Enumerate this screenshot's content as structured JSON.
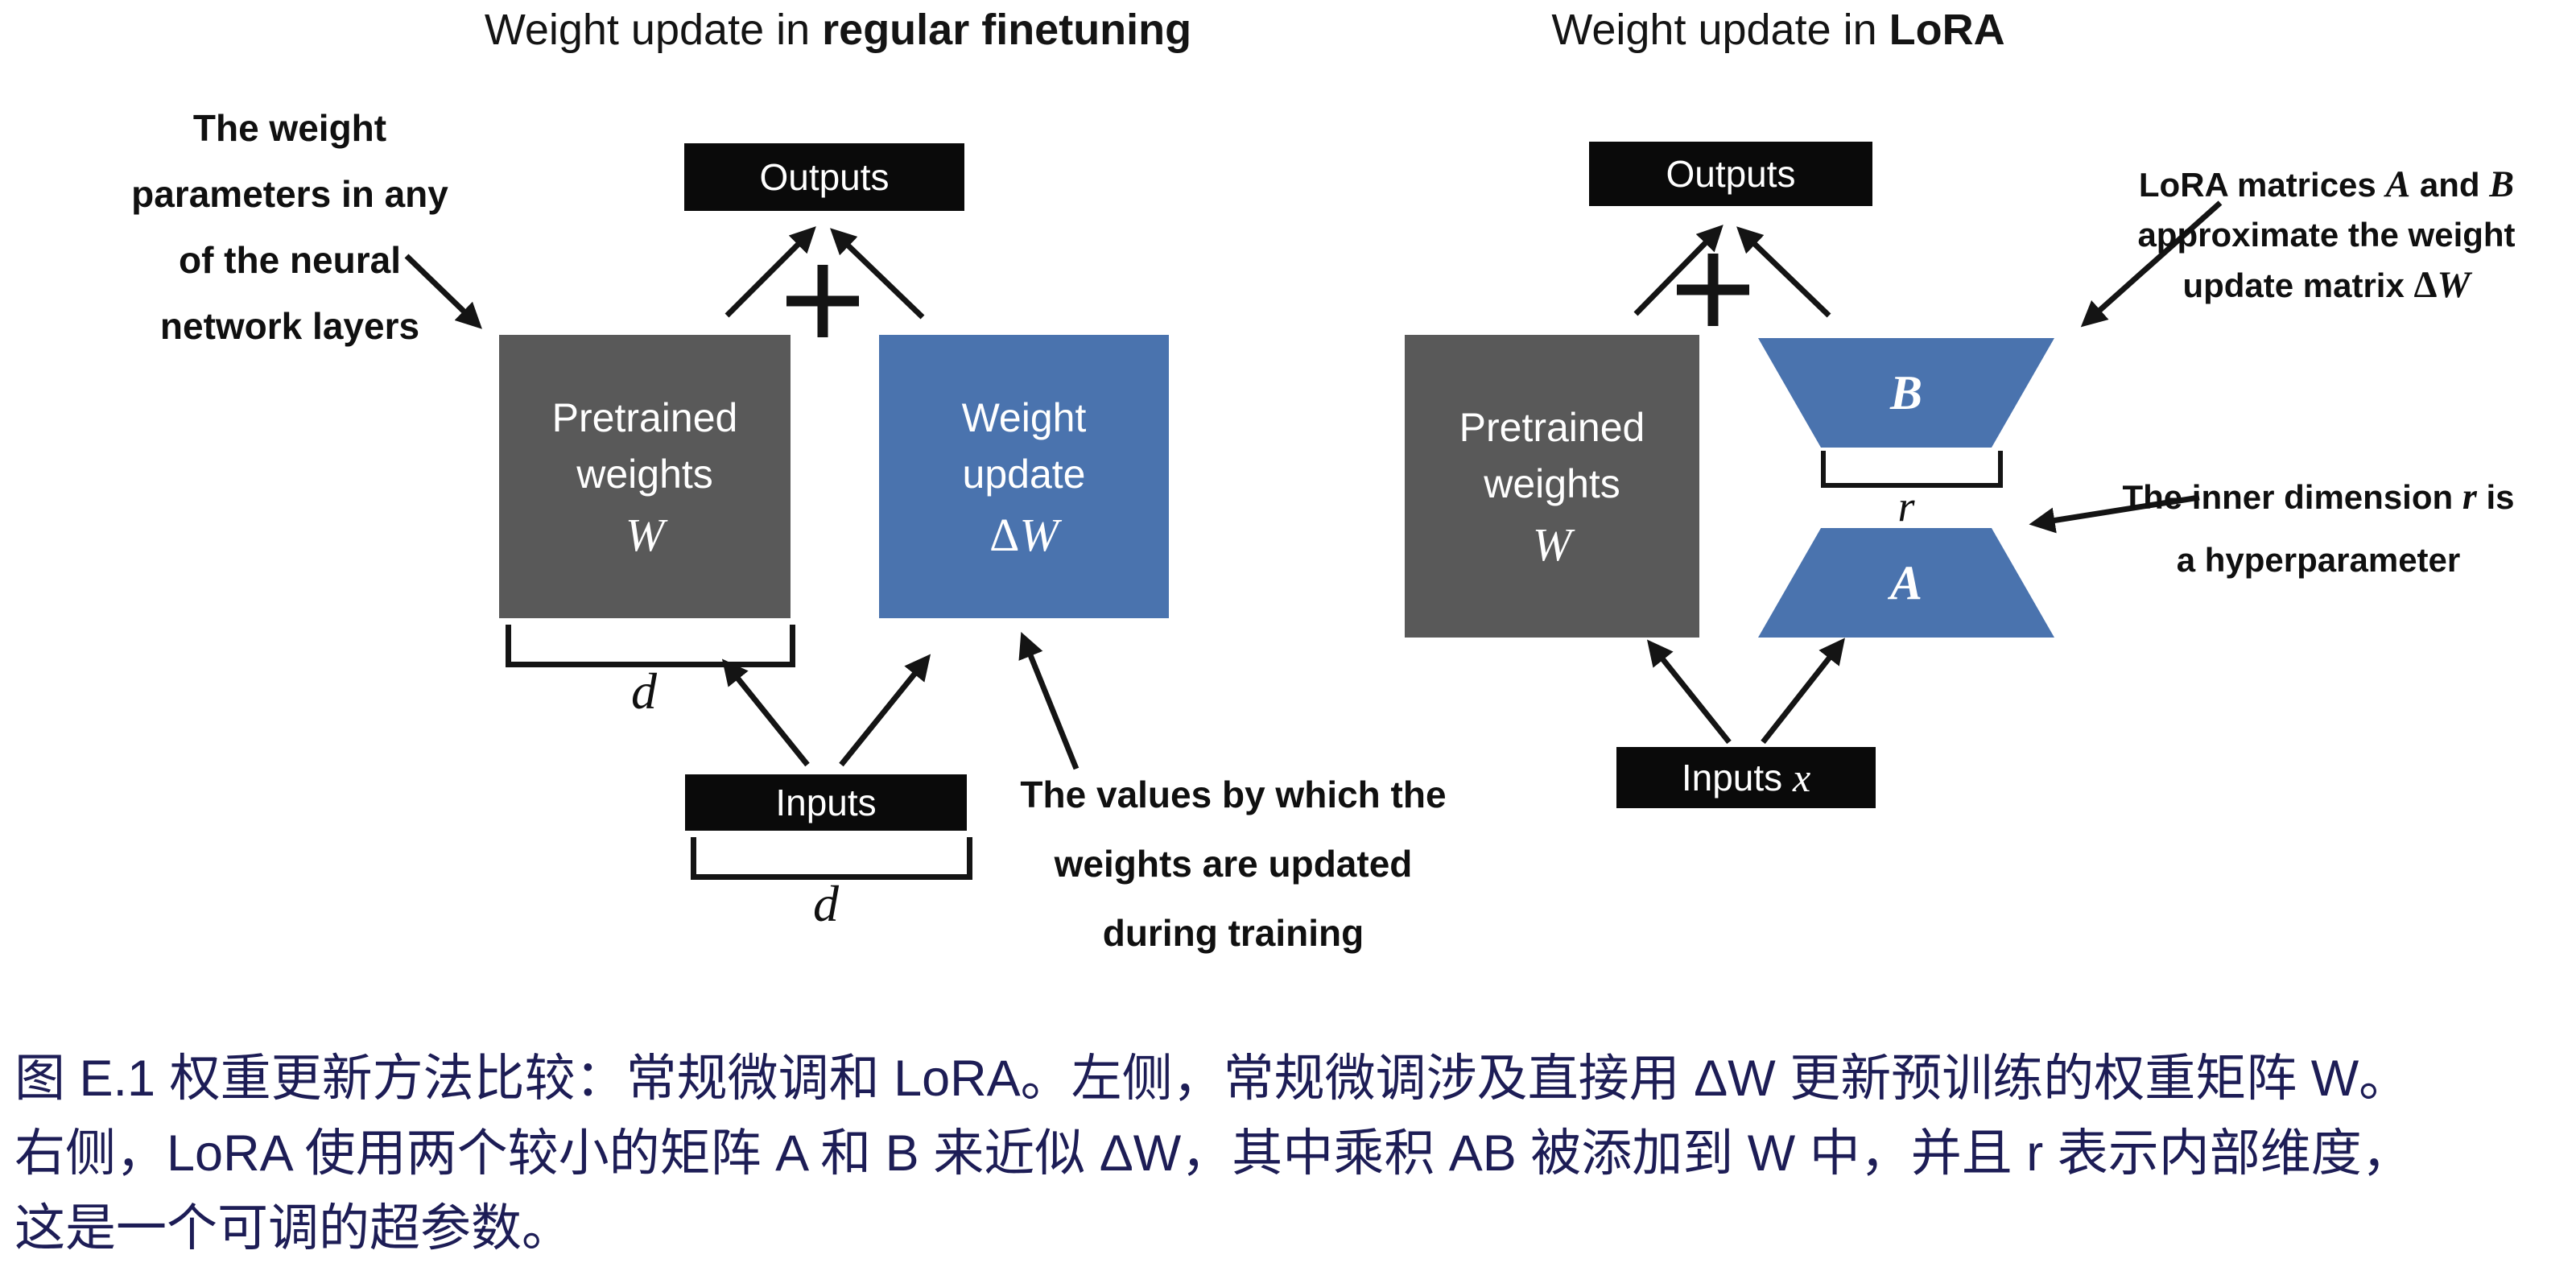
{
  "left": {
    "title_normal": "Weight update in ",
    "title_bold": "regular finetuning",
    "note_weights": {
      "line1": "The weight",
      "line2": "parameters in any",
      "line3": "of the neural",
      "line4": "network layers"
    },
    "outputs_label": "Outputs",
    "pretrained": {
      "line1": "Pretrained",
      "line2": "weights",
      "symbol": "W"
    },
    "update": {
      "line1": "Weight",
      "line2": "update",
      "symbol_delta": "Δ",
      "symbol_w": "W"
    },
    "dim_pretrained": "d",
    "inputs_label": "Inputs",
    "dim_inputs": "d",
    "note_values": {
      "line1": "The values by which the",
      "line2": "weights are updated",
      "line3": "during training"
    }
  },
  "right": {
    "title_normal": "Weight update in ",
    "title_bold": "LoRA",
    "outputs_label": "Outputs",
    "pretrained": {
      "line1": "Pretrained",
      "line2": "weights",
      "symbol": "W"
    },
    "matrix_b": "B",
    "matrix_a": "A",
    "rank_label": "r",
    "inputs_label": "Inputs ",
    "inputs_symbol": "x",
    "note_ab": {
      "l1a": "LoRA matrices ",
      "l1b": "A",
      "l1c": " and ",
      "l1d": "B",
      "l2": "approximate the weight",
      "l3a": "update matrix ",
      "l3b": "Δ",
      "l3c": "W"
    },
    "note_r": {
      "l1a": "The inner dimension ",
      "l1b": "r",
      "l1c": " is",
      "l2": "a hyperparameter"
    }
  },
  "caption": {
    "line1": "图 E.1 权重更新方法比较：常规微调和 LoRA。左侧，常规微调涉及直接用 ΔW 更新预训练的权重矩阵 W。",
    "line2": "右侧，LoRA 使用两个较小的矩阵 A 和 B 来近似 ΔW，其中乘积 AB 被添加到 W 中，并且 r 表示内部维度，",
    "line3": "这是一个可调的超参数。"
  },
  "colors": {
    "box_black": "#0a0a0a",
    "box_gray": "#595959",
    "box_blue": "#4a73ae",
    "arrow": "#141414",
    "caption_text": "#1d1d56"
  }
}
